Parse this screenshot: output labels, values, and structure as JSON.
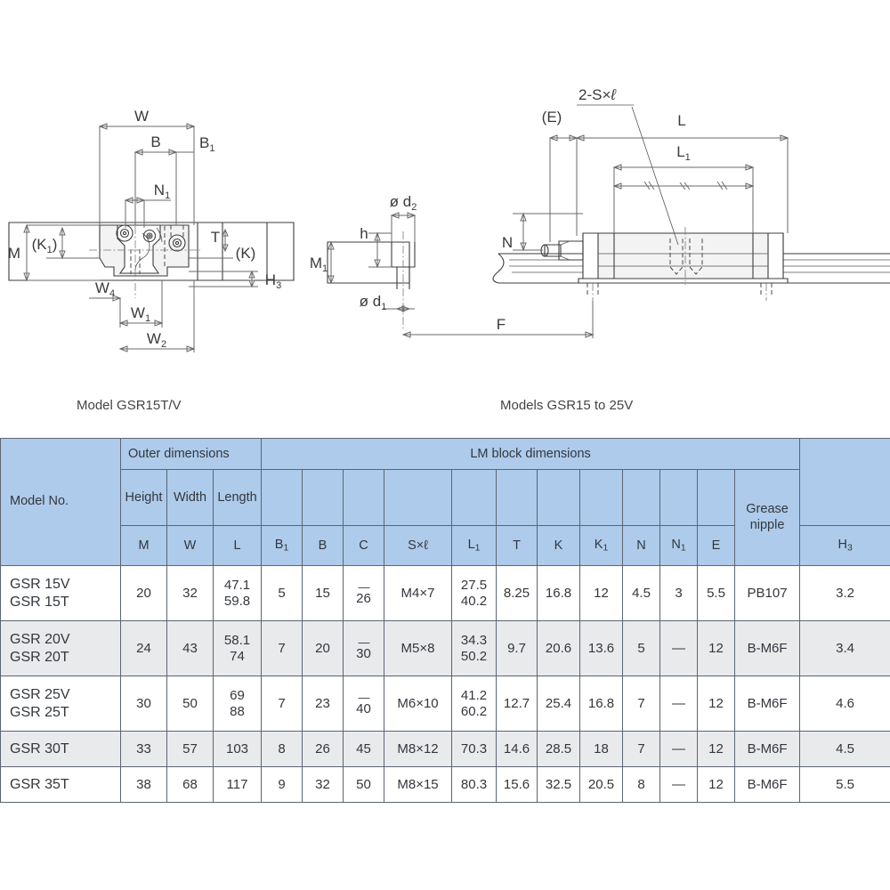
{
  "drawings": {
    "left": {
      "caption": "Model GSR15T/V",
      "labels": [
        "W",
        "B",
        "B₁",
        "N₁",
        "M",
        "(K₁)",
        "T",
        "(K)",
        "H₃",
        "W₄",
        "W₁",
        "W₂"
      ]
    },
    "right": {
      "caption": "Models GSR15 to 25V",
      "labels": [
        "2-S×ℓ",
        "(E)",
        "L",
        "L₁",
        "N",
        "ø d₂",
        "h",
        "M₁",
        "ø d₁",
        "F"
      ]
    }
  },
  "table": {
    "header": {
      "model_no": "Model No.",
      "group_outer": "Outer dimensions",
      "group_lm": "LM block dimensions",
      "outer_sub": [
        "Height",
        "Width",
        "Length"
      ],
      "grease_nipple": "Grease nipple",
      "symbols": [
        "M",
        "W",
        "L",
        "B₁",
        "B",
        "C",
        "S×ℓ",
        "L₁",
        "T",
        "K",
        "K₁",
        "N",
        "N₁",
        "E"
      ],
      "h3": "H₃"
    },
    "rows": [
      {
        "model": [
          "GSR 15V",
          "GSR 15T"
        ],
        "M": "20",
        "W": "32",
        "L": [
          "47.1",
          "59.8"
        ],
        "B1": "5",
        "B": "15",
        "C": {
          "bar": "—",
          "den": "26"
        },
        "Sxl": "M4×7",
        "L1": [
          "27.5",
          "40.2"
        ],
        "T": "8.25",
        "K": "16.8",
        "K1": "12",
        "N": "4.5",
        "N1": "3",
        "E": "5.5",
        "grease": "PB107",
        "H3": "3.2",
        "alt": false
      },
      {
        "model": [
          "GSR 20V",
          "GSR 20T"
        ],
        "M": "24",
        "W": "43",
        "L": [
          "58.1",
          "74"
        ],
        "B1": "7",
        "B": "20",
        "C": {
          "bar": "—",
          "den": "30"
        },
        "Sxl": "M5×8",
        "L1": [
          "34.3",
          "50.2"
        ],
        "T": "9.7",
        "K": "20.6",
        "K1": "13.6",
        "N": "5",
        "N1": "—",
        "E": "12",
        "grease": "B-M6F",
        "H3": "3.4",
        "alt": true
      },
      {
        "model": [
          "GSR 25V",
          "GSR 25T"
        ],
        "M": "30",
        "W": "50",
        "L": [
          "69",
          "88"
        ],
        "B1": "7",
        "B": "23",
        "C": {
          "bar": "—",
          "den": "40"
        },
        "Sxl": "M6×10",
        "L1": [
          "41.2",
          "60.2"
        ],
        "T": "12.7",
        "K": "25.4",
        "K1": "16.8",
        "N": "7",
        "N1": "—",
        "E": "12",
        "grease": "B-M6F",
        "H3": "4.6",
        "alt": false
      },
      {
        "model": [
          "GSR 30T"
        ],
        "M": "33",
        "W": "57",
        "L": [
          "103"
        ],
        "B1": "8",
        "B": "26",
        "C": {
          "den": "45"
        },
        "Sxl": "M8×12",
        "L1": [
          "70.3"
        ],
        "T": "14.6",
        "K": "28.5",
        "K1": "18",
        "N": "7",
        "N1": "—",
        "E": "12",
        "grease": "B-M6F",
        "H3": "4.5",
        "alt": true
      },
      {
        "model": [
          "GSR 35T"
        ],
        "M": "38",
        "W": "68",
        "L": [
          "117"
        ],
        "B1": "9",
        "B": "32",
        "C": {
          "den": "50"
        },
        "Sxl": "M8×15",
        "L1": [
          "80.3"
        ],
        "T": "15.6",
        "K": "32.5",
        "K1": "20.5",
        "N": "8",
        "N1": "—",
        "E": "12",
        "grease": "B-M6F",
        "H3": "5.5",
        "alt": false
      }
    ]
  },
  "colors": {
    "header_blue": "#aecbeb",
    "alt_row": "#e9eaec",
    "grid": "#5c6572",
    "text": "#33373d",
    "line": "#3d3d3d"
  }
}
